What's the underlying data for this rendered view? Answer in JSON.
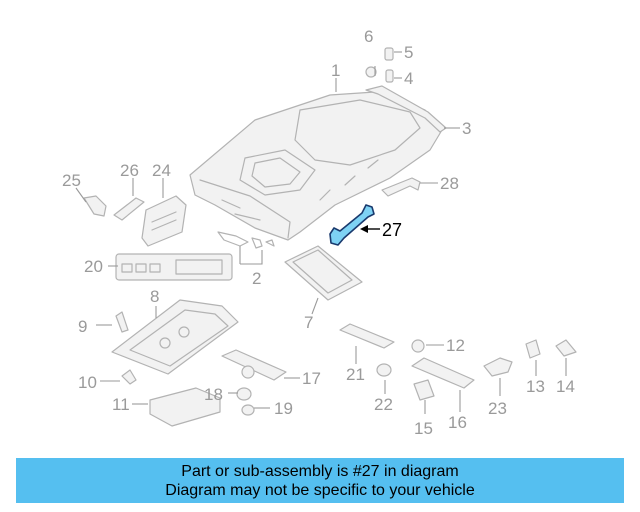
{
  "diagram": {
    "highlight_color": "#7ed2f4",
    "callouts": [
      "1",
      "2",
      "3",
      "4",
      "5",
      "6",
      "7",
      "8",
      "9",
      "10",
      "11",
      "12",
      "13",
      "14",
      "15",
      "16",
      "17",
      "18",
      "19",
      "20",
      "21",
      "22",
      "23",
      "24",
      "25",
      "26",
      "27",
      "28"
    ],
    "highlighted_callout": "27"
  },
  "banner": {
    "background": "#55bff0",
    "line1": "Part or sub-assembly is #27 in diagram",
    "line2": "Diagram may not be specific to your vehicle"
  }
}
